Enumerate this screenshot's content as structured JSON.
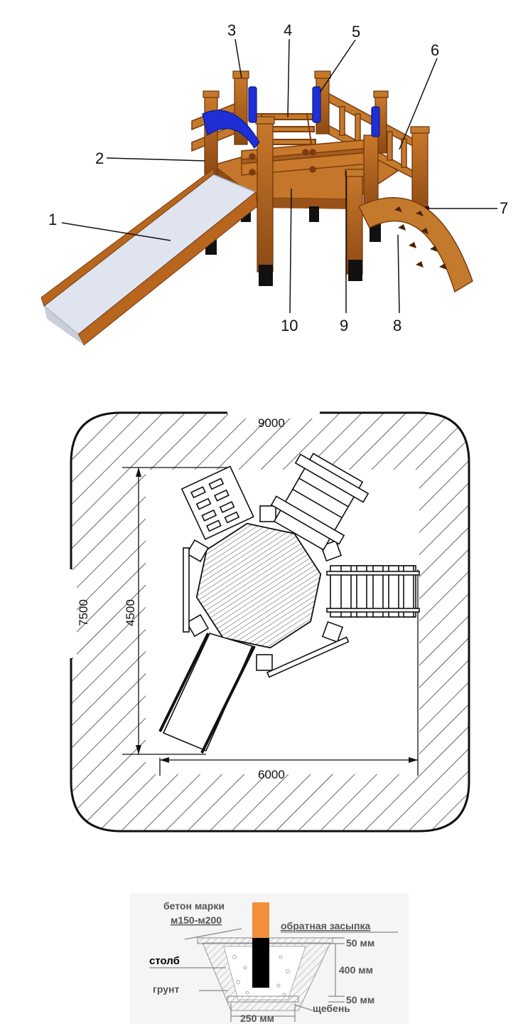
{
  "callouts": [
    "1",
    "2",
    "3",
    "4",
    "5",
    "6",
    "7",
    "8",
    "9",
    "10"
  ],
  "plan": {
    "overall_width": "9000",
    "overall_height": "7500",
    "inner_width": "6000",
    "inner_height": "4500"
  },
  "foundation": {
    "concrete_line1": "бетон марки",
    "concrete_line2": "м150-м200",
    "backfill": "обратная засыпка",
    "top_layer": "50 мм",
    "depth": "400 мм",
    "bottom_layer": "50 мм",
    "post": "столб",
    "ground": "грунт",
    "gravel": "щебень",
    "width": "250 мм"
  },
  "colors": {
    "wood": "#b8661e",
    "wood_dark": "#7a3d10",
    "slide": "#dfe4ee",
    "handle_blue": "#1e2fd6",
    "post_orange": "#f28f3b"
  }
}
